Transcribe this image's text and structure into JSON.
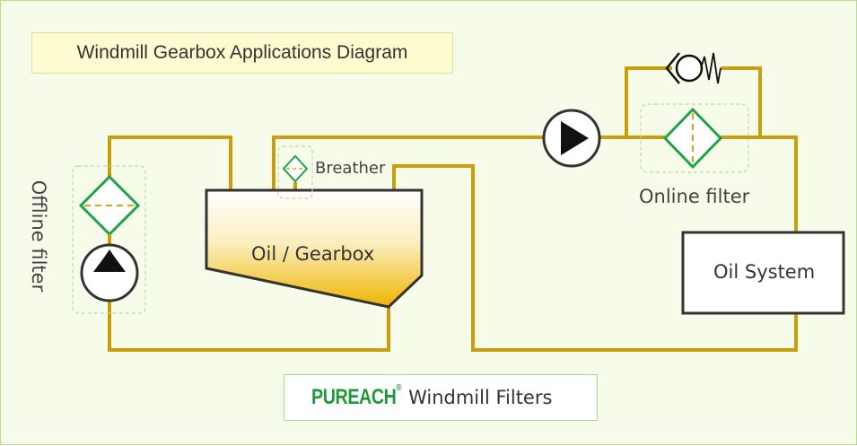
{
  "diagram": {
    "title": "Windmill Gearbox Applications Diagram",
    "labels": {
      "breather": "Breather",
      "oil_gearbox": "Oil / Gearbox",
      "online_filter": "Online filter",
      "offline_filter": "Offline filter",
      "oil_system": "Oil System"
    },
    "footer": {
      "brand": "PUREACH",
      "registered": "®",
      "text": "Windmill Filters"
    },
    "colors": {
      "pipe": "#c99d0c",
      "filter": "#1ea34a",
      "filter_dash": "#d4a516",
      "dashed_box": "#b7dea0",
      "tank_top": "#ffffff",
      "tank_bottom": "#f0b400",
      "outline": "#333333"
    }
  }
}
